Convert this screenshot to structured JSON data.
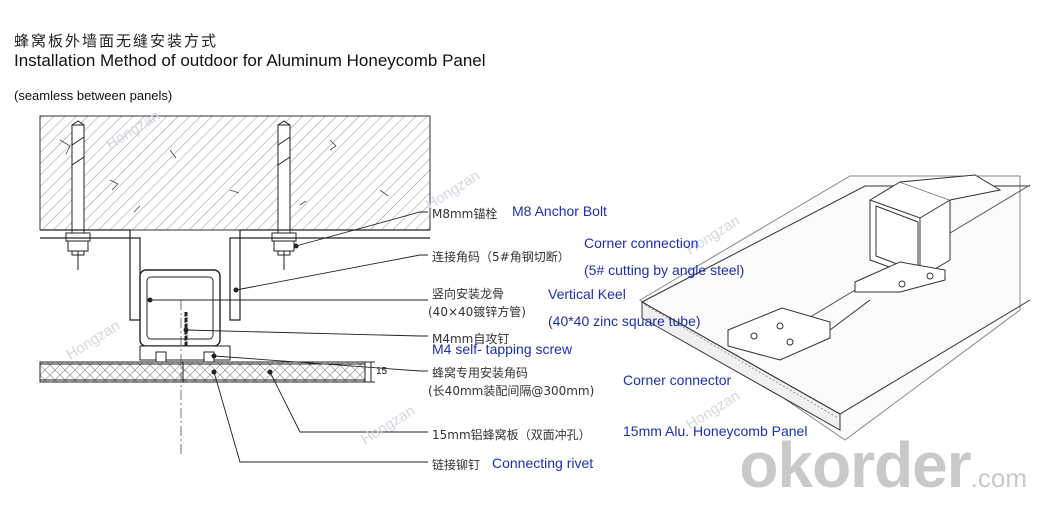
{
  "title_cn": "蜂窝板外墙面无缝安装方式",
  "title_en": "Installation Method of outdoor for Aluminum Honeycomb Panel",
  "subtitle": "(seamless between panels)",
  "labels": [
    {
      "cn": "M8mm锚栓",
      "en": "M8 Anchor Bolt"
    },
    {
      "cn": "连接角码（5#角钢切断）",
      "en": "Corner connection",
      "en2": "(5# cutting by angle steel)"
    },
    {
      "cn": "竖向安装龙骨",
      "cn2": "(40×40镀锌方管)",
      "en": "Vertical Keel",
      "en2": "(40*40 zinc square tube)"
    },
    {
      "cn": "M4mm自攻钉",
      "en": "M4 self- tapping screw"
    },
    {
      "cn": "蜂窝专用安装角码",
      "cn2": "(长40mm装配间隔@300mm)",
      "en": "Corner connector"
    },
    {
      "cn": "15mm铝蜂窝板（双面冲孔）",
      "en": "15mm Alu. Honeycomb Panel"
    },
    {
      "cn": "链接铆钉",
      "en": "Connecting rivet"
    }
  ],
  "dimension_label": "15",
  "watermark": "Hongzan",
  "brand": {
    "main": "okorder",
    "suffix": ".com"
  }
}
